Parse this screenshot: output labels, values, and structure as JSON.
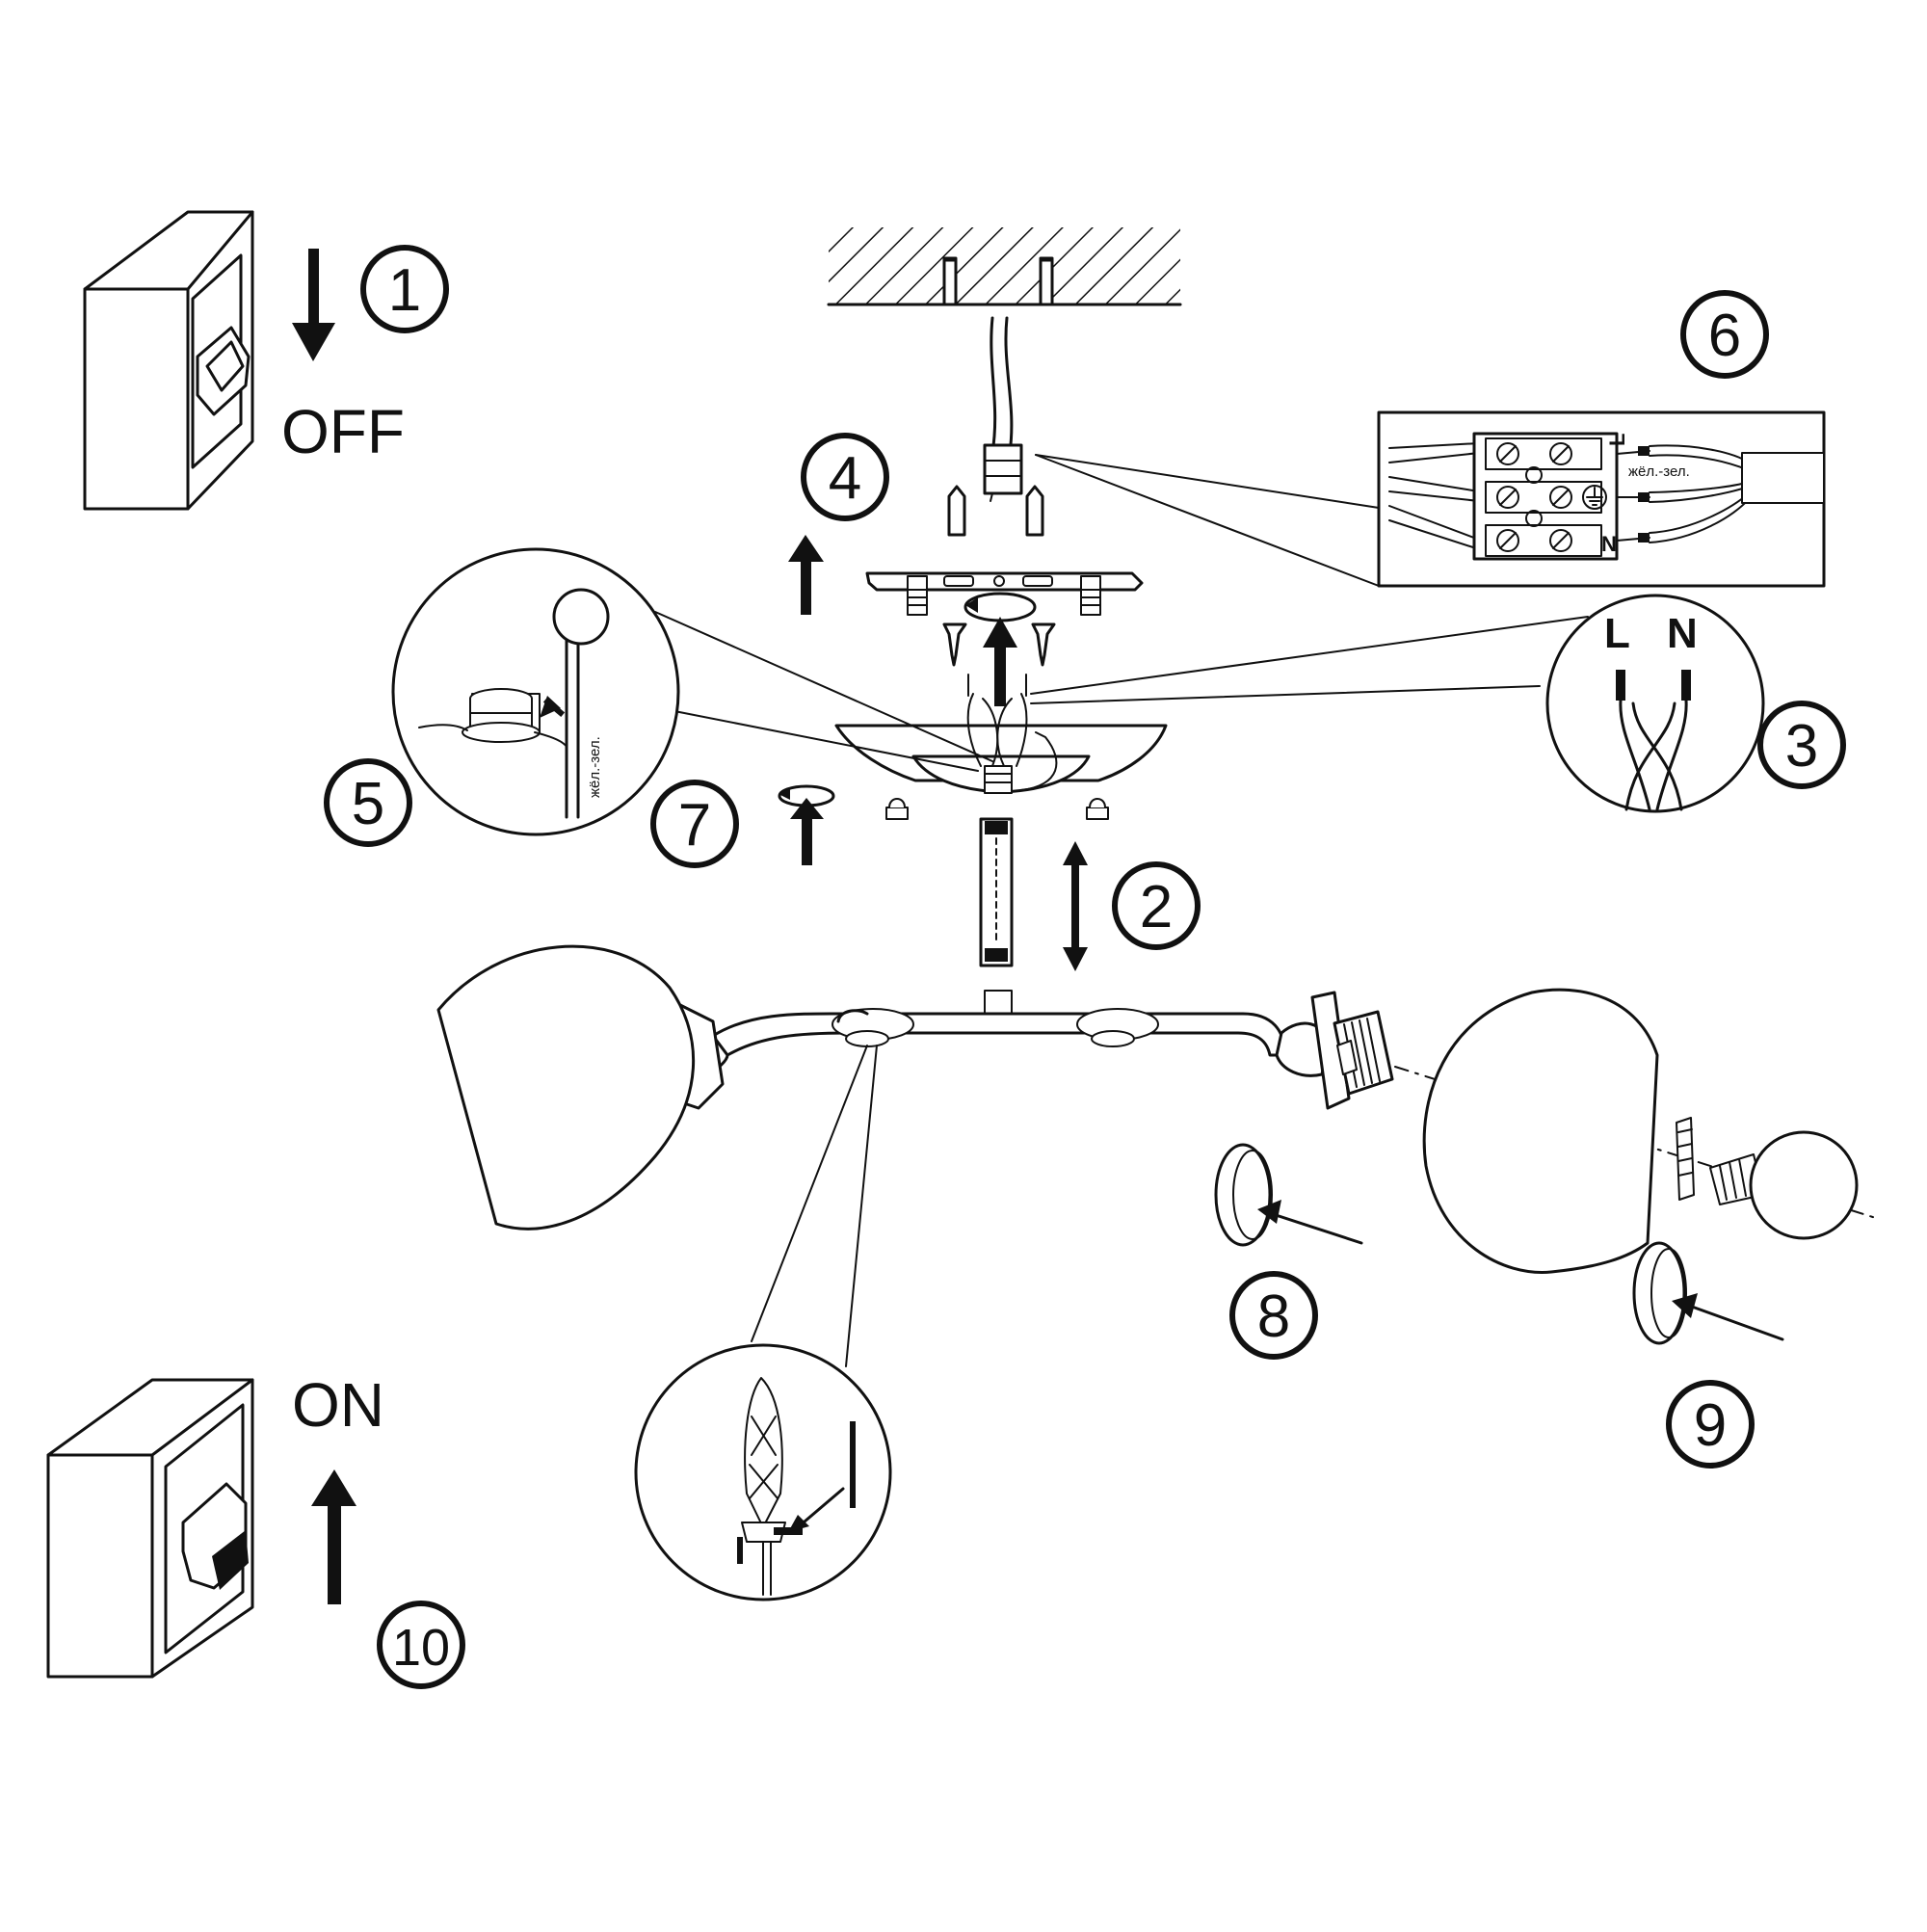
{
  "steps": {
    "s1": "1",
    "s2": "2",
    "s3": "3",
    "s4": "4",
    "s5": "5",
    "s6": "6",
    "s7": "7",
    "s8": "8",
    "s9": "9",
    "s10": "10"
  },
  "switch_off": {
    "label": "OFF"
  },
  "switch_on": {
    "label": "ON"
  },
  "wiring": {
    "live": "L",
    "neutral": "N",
    "earth_label": "жёл.-зел."
  }
}
